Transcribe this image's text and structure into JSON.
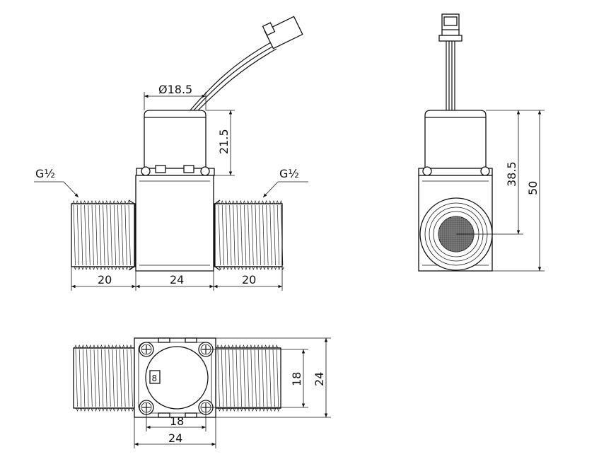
{
  "front_view": {
    "diameter_label": "Ø18.5",
    "coil_height_label": "21.5",
    "left_thread_label": "G½",
    "right_thread_label": "G½",
    "left_length_label": "20",
    "body_width_label": "24",
    "right_length_label": "20"
  },
  "side_view": {
    "axis_height_label": "38.5",
    "total_height_label": "50"
  },
  "bottom_view": {
    "chip_label": "8",
    "hole_spacing_v_label": "18",
    "body_height_label": "24",
    "hole_spacing_h_label": "18",
    "body_width_label": "24"
  }
}
